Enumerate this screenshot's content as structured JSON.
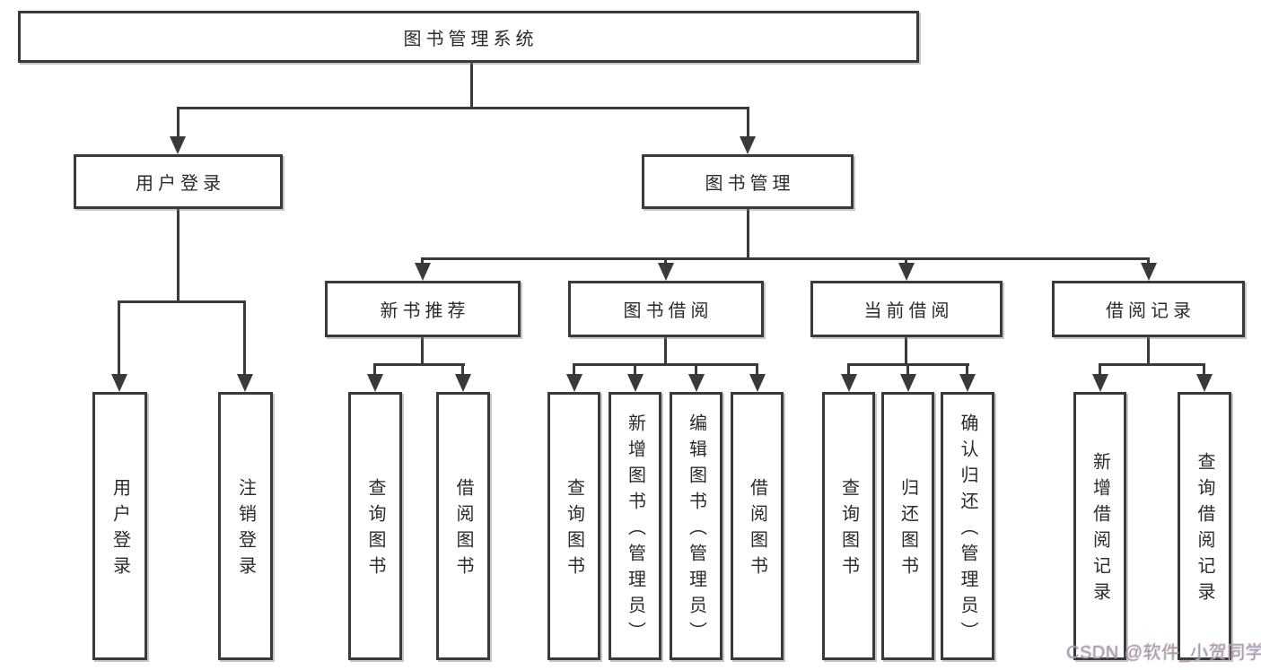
{
  "diagram": {
    "watermark": "CSDN @软件_小贺同学",
    "colors": {
      "line": "#3a3a3a",
      "box_border": "#3a3a3a",
      "text": "#2b2b2b",
      "background": "#ffffff",
      "watermark": "#a3a3a6"
    },
    "tree": {
      "root": {
        "label": "图书管理系统"
      },
      "branches": [
        {
          "label": "用户登录",
          "children": [
            {
              "label": "用户登录"
            },
            {
              "label": "注销登录"
            }
          ]
        },
        {
          "label": "图书管理",
          "children": [
            {
              "label": "新书推荐",
              "children": [
                {
                  "label": "查询图书"
                },
                {
                  "label": "借阅图书"
                }
              ]
            },
            {
              "label": "图书借阅",
              "children": [
                {
                  "label": "查询图书"
                },
                {
                  "label": "新增图书（管理员）"
                },
                {
                  "label": "编辑图书（管理员）"
                },
                {
                  "label": "借阅图书"
                }
              ]
            },
            {
              "label": "当前借阅",
              "children": [
                {
                  "label": "查询图书"
                },
                {
                  "label": "归还图书"
                },
                {
                  "label": "确认归还（管理员）"
                }
              ]
            },
            {
              "label": "借阅记录",
              "children": [
                {
                  "label": "新增借阅记录"
                },
                {
                  "label": "查询借阅记录"
                }
              ]
            }
          ]
        }
      ]
    }
  }
}
